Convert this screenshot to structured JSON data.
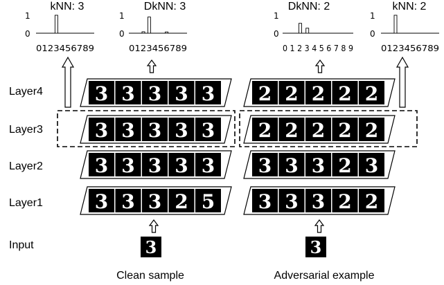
{
  "layer_labels": [
    "Layer4",
    "Layer3",
    "Layer2",
    "Layer1",
    "Input"
  ],
  "captions": {
    "clean": "Clean sample",
    "adversarial": "Adversarial example"
  },
  "histograms": [
    {
      "title": "kNN: 3",
      "tick_text": "0123456789",
      "ytop": "1",
      "ybot": "0",
      "values": [
        0,
        0,
        0,
        1,
        0,
        0,
        0,
        0,
        0,
        0
      ]
    },
    {
      "title": "DkNN: 3",
      "tick_text": "0123456789",
      "ytop": "1",
      "ybot": "0",
      "values": [
        0,
        0,
        0.08,
        0.9,
        0,
        0,
        0.07,
        0,
        0,
        0
      ]
    },
    {
      "title": "DkNN: 2",
      "tick_text": "0 1 2 3 4 5 6 7 8 9",
      "ytop": "1",
      "ybot": "0",
      "values": [
        0,
        0,
        0.55,
        0.28,
        0,
        0,
        0,
        0,
        0,
        0
      ]
    },
    {
      "title": "kNN: 2",
      "tick_text": "0123456789",
      "ytop": "1",
      "ybot": "0",
      "values": [
        0,
        0,
        1,
        0,
        0,
        0,
        0,
        0,
        0,
        0
      ]
    }
  ],
  "clean_layers": {
    "Layer4": [
      "3",
      "3",
      "3",
      "3",
      "3"
    ],
    "Layer3": [
      "3",
      "3",
      "3",
      "3",
      "3"
    ],
    "Layer2": [
      "3",
      "3",
      "3",
      "3",
      "3"
    ],
    "Layer1": [
      "3",
      "3",
      "3",
      "2",
      "5"
    ]
  },
  "adv_layers": {
    "Layer4": [
      "2",
      "2",
      "2",
      "2",
      "2"
    ],
    "Layer3": [
      "2",
      "2",
      "2",
      "2",
      "2"
    ],
    "Layer2": [
      "3",
      "3",
      "3",
      "2",
      "3"
    ],
    "Layer1": [
      "3",
      "3",
      "3",
      "2",
      "2"
    ]
  },
  "input_digits": {
    "clean": "3",
    "adversarial": "3"
  },
  "colors": {
    "ink": "#000000",
    "tile": "#000000",
    "stroke": "#ffffff",
    "highlight_dash": "#000000"
  }
}
